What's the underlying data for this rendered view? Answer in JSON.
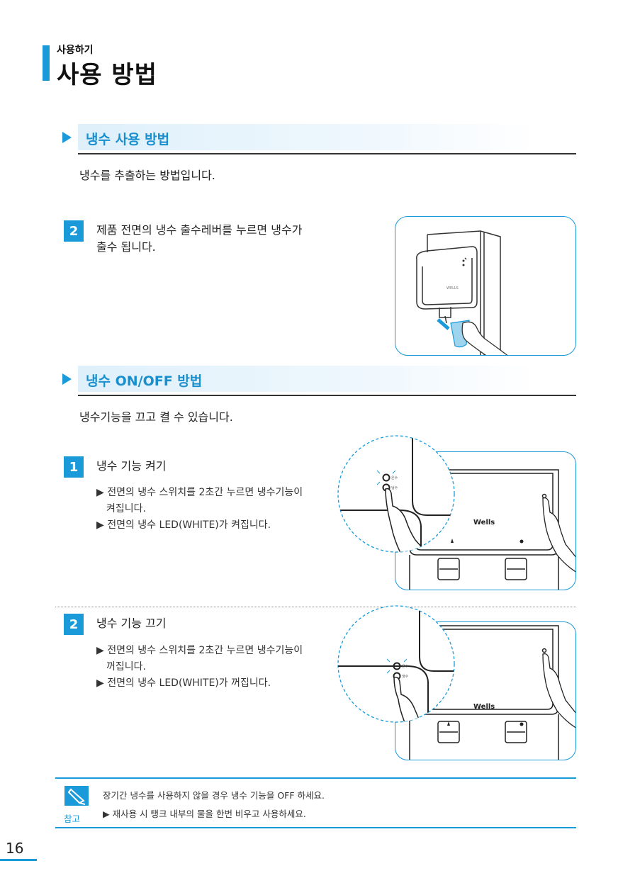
{
  "header": {
    "subtitle": "사용하기",
    "title": "사용 방법"
  },
  "section1": {
    "title": "냉수 사용 방법",
    "description": "냉수를 추출하는 방법입니다.",
    "step": {
      "number": "2",
      "line1": "제품 전면의 냉수 출수레버를 누르면 냉수가",
      "line2": "출수 됩니다."
    }
  },
  "section2": {
    "title": "냉수 ON/OFF 방법",
    "description": "냉수기능을 끄고 켤 수 있습니다.",
    "step1": {
      "number": "1",
      "title": "냉수 기능 켜기",
      "bullet1_line1": "▶ 전면의 냉수 스위치를 2초간 누르면 냉수기능이",
      "bullet1_line2": "켜집니다.",
      "bullet2": "▶ 전면의 냉수 LED(WHITE)가 켜집니다."
    },
    "step2": {
      "number": "2",
      "title": "냉수 기능 끄기",
      "bullet1_line1": "▶ 전면의 냉수 스위치를 2초간 누르면 냉수기능이",
      "bullet1_line2": "꺼집니다.",
      "bullet2": "▶ 전면의 냉수 LED(WHITE)가 꺼집니다."
    },
    "brand": "Wells"
  },
  "note": {
    "label": "참고",
    "line1": "장기간 냉수를 사용하지 않을 경우 냉수 기능을 OFF 하세요.",
    "line2": "▶ 재사용 시 탱크 내부의 물을 한번 비우고 사용하세요."
  },
  "page_number": "16",
  "colors": {
    "accent": "#1a9ad9",
    "band": "#dff0fb"
  }
}
